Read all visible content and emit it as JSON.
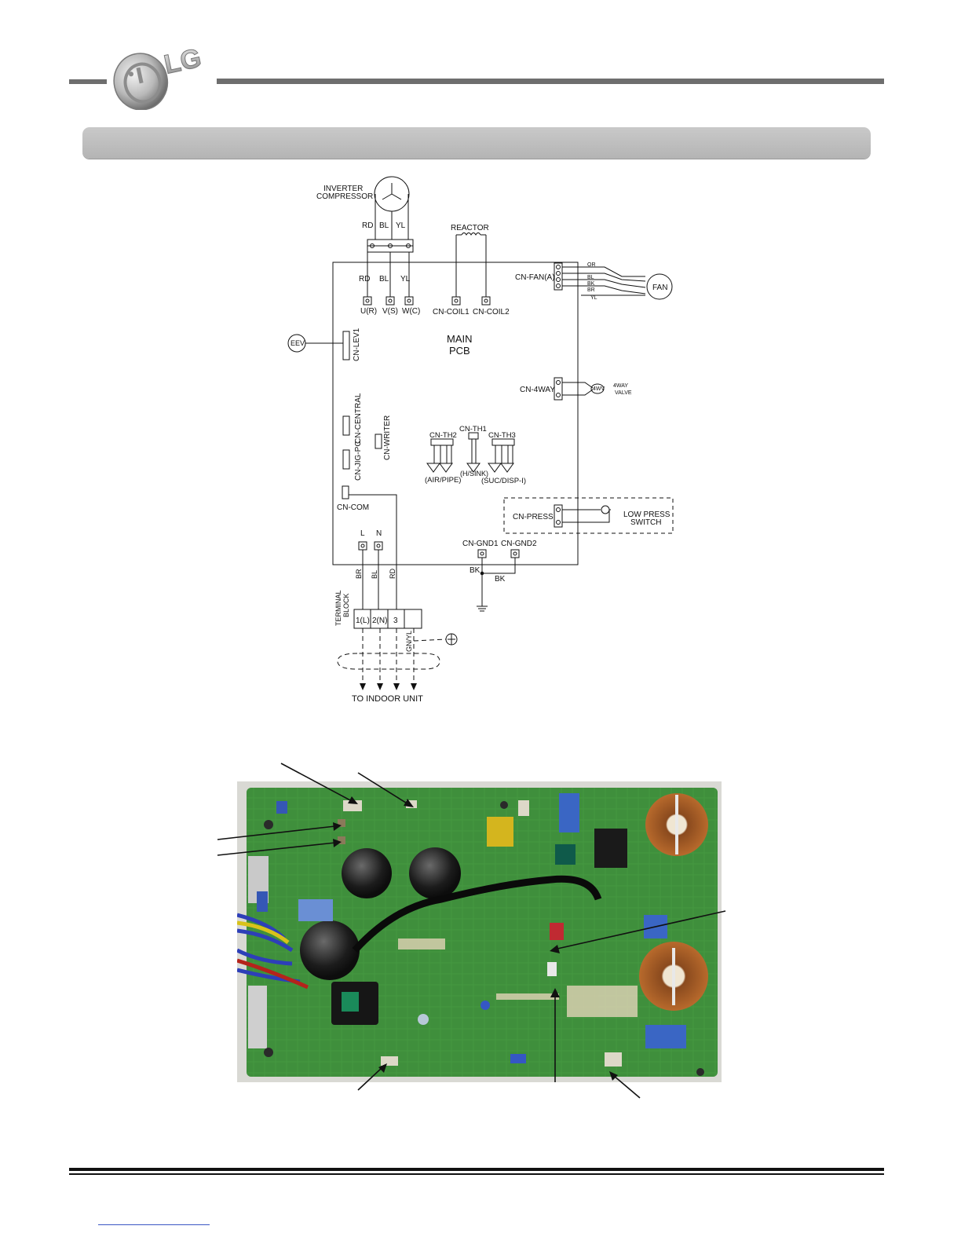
{
  "diagram": {
    "inverter_compressor": [
      "INVERTER",
      "COMPRESSOR"
    ],
    "compressor_wires_top": [
      "RD",
      "BL",
      "YL"
    ],
    "compressor_wires_pcb": [
      "RD",
      "BL",
      "YL"
    ],
    "compressor_terminals": [
      "U(R)",
      "V(S)",
      "W(C)"
    ],
    "reactor": "REACTOR",
    "coil_connectors": [
      "CN-COIL1",
      "CN-COIL2"
    ],
    "fan_connector": "CN-FAN(A)",
    "fan_wires": [
      "OR",
      "BL",
      "BK",
      "BR",
      "YL"
    ],
    "fan": "FAN",
    "eev": "EEV",
    "lev_connector": "CN-LEV1",
    "main_pcb": [
      "MAIN",
      "PCB"
    ],
    "fourway_connector": "CN-4WAY",
    "fourway_symbol": "4WV",
    "fourway_valve": [
      "4WAY",
      "VALVE"
    ],
    "central_connector": "CN-CENTRAL",
    "jigpc_connector": "CN-JIG-PC",
    "writer_connector": "CN-WRITER",
    "th2": "CN-TH2",
    "th1": "CN-TH1",
    "th3": "CN-TH3",
    "th2_sensor": "(AIR/PIPE)",
    "th1_sensor": "(H/SINK)",
    "th3_sensor": "(SUC/DISP-I)",
    "com_connector": "CN-COM",
    "press_connector": "CN-PRESS",
    "low_press_switch": [
      "LOW PRESS",
      "SWITCH"
    ],
    "power_terminals": [
      "L",
      "N"
    ],
    "gnd_connectors": [
      "CN-GND1",
      "CN-GND2"
    ],
    "gnd_wires": [
      "BK",
      "BK"
    ],
    "terminal_wires": [
      "BR",
      "BL",
      "RD"
    ],
    "terminal_block": [
      "TERMINAL",
      "BLOCK"
    ],
    "terminal_cells": [
      "1(L)",
      "2(N)",
      "3"
    ],
    "ground_wire": "GN/YL",
    "to_indoor": "TO INDOOR UNIT"
  },
  "colors": {
    "header_rule": "#6e6e6e",
    "section_bar": "#bdbdbd",
    "pcb_green": "#3f8f3c",
    "footer_link": "#3a57c4"
  }
}
